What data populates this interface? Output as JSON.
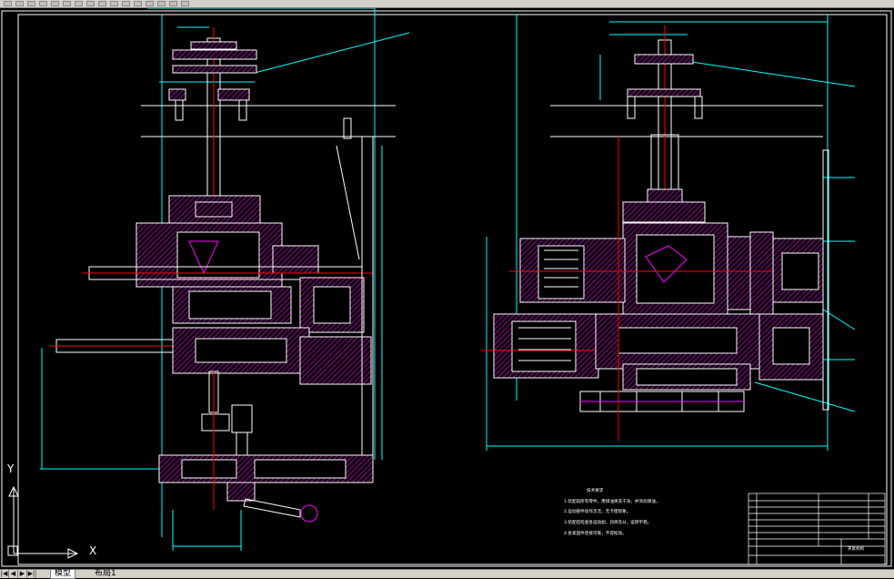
{
  "window": {
    "toolbar_buttons": [
      "open-icon",
      "save-icon",
      "print-icon",
      "undo-icon",
      "redo-icon",
      "zoom-icon",
      "pan-icon",
      "layer-icon",
      "properties-icon",
      "match-icon",
      "block-icon",
      "insert-icon",
      "hatch-icon",
      "text-icon",
      "dim-icon",
      "line-icon"
    ]
  },
  "drawing": {
    "ucs_y": "Y",
    "ucs_x": "X",
    "notes_title": "技术要求",
    "notes": [
      "1.装配前所有零件，用煤油清洗干净，并涂润滑油。",
      "2.运动部件动作灵活，无卡阻现象。",
      "3.装配后检查各运动副，润滑充分，运转平稳。",
      "4.各紧固件连接可靠，不得松动。"
    ],
    "title_block_name": "夹紧机构",
    "colors": {
      "accent": "#ff00ff",
      "line": "#ffffff",
      "center": "#ff0000",
      "dim": "#00ffff"
    }
  },
  "tabs": {
    "nav": [
      "|◀",
      "◀",
      "▶",
      "▶|"
    ],
    "items": [
      "模型",
      "布局1"
    ],
    "active": "模型"
  }
}
